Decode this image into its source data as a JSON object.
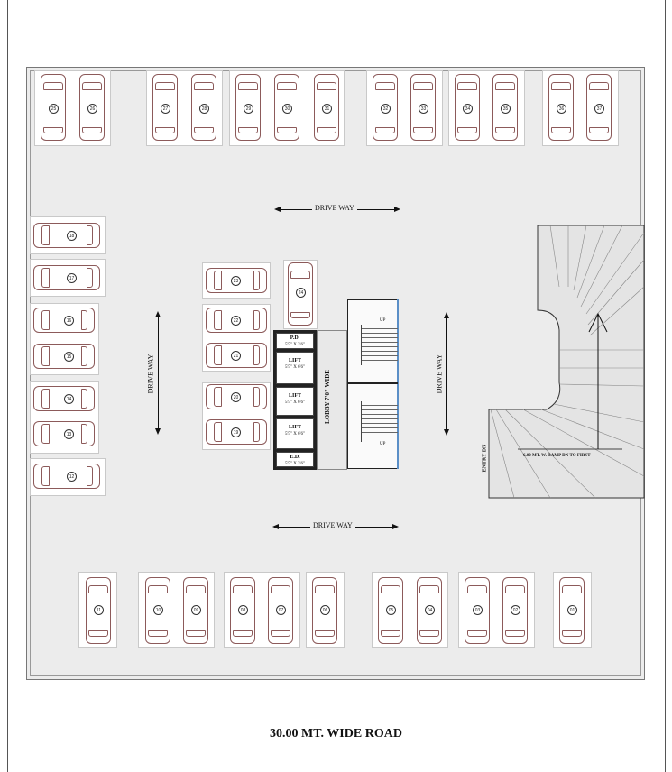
{
  "drawing": {
    "title": "30.00 MT. WIDE ROAD",
    "type": "Parking floor plan"
  },
  "driveway_labels": {
    "top": "DRIVE WAY",
    "bottom": "DRIVE WAY",
    "left": "DRIVE WAY",
    "right": "DRIVE WAY"
  },
  "core": {
    "lobby": "LOBBY 7'0\" WIDE",
    "rooms": [
      {
        "name": "P.D.",
        "size": "5'5\" X 3'6\""
      },
      {
        "name": "LIFT",
        "size": "5'5\" X 6'6\""
      },
      {
        "name": "LIFT",
        "size": "5'5\" X 6'6\""
      },
      {
        "name": "LIFT",
        "size": "5'5\" X 6'6\""
      },
      {
        "name": "E.D.",
        "size": "5'5\" X 3'6\""
      }
    ],
    "stairs": {
      "upper_label": "UP",
      "lower_label": "UP"
    }
  },
  "ramp": {
    "label": "6.00 MT. W. RAMP DN TO FIRST",
    "entry": "ENTRY DN"
  },
  "parking": {
    "top_row": [
      "25",
      "26",
      "27",
      "28",
      "29",
      "30",
      "31",
      "32",
      "33",
      "34",
      "35",
      "36",
      "37"
    ],
    "left_column": [
      "18",
      "17",
      "16",
      "15",
      "14",
      "13",
      "12"
    ],
    "center_column": [
      "23",
      "24",
      "22",
      "21",
      "20",
      "19"
    ],
    "bottom_row": [
      "11",
      "10",
      "09",
      "08",
      "07",
      "06",
      "05",
      "04",
      "03",
      "02",
      "01"
    ]
  },
  "colors": {
    "site_fill": "#ececec",
    "car_outline": "#8c5a5a",
    "glass_edge": "#5b8fc7"
  }
}
